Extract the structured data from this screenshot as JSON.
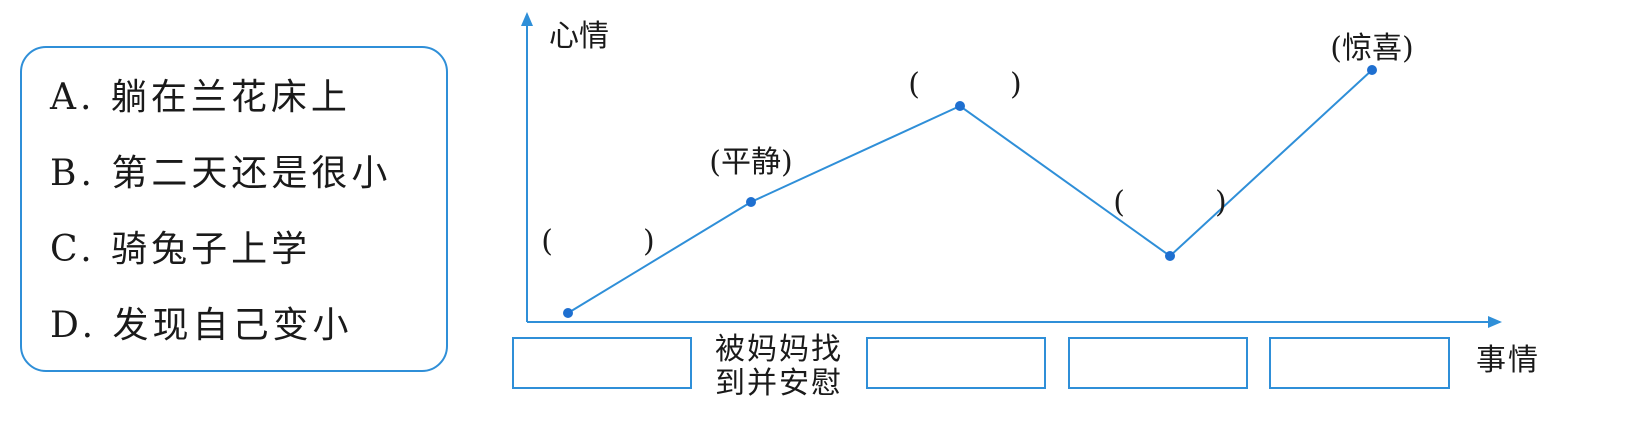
{
  "options": [
    {
      "letter": "A.",
      "text": "躺在兰花床上"
    },
    {
      "letter": "B.",
      "text": "第二天还是很小"
    },
    {
      "letter": "C.",
      "text": "骑兔子上学"
    },
    {
      "letter": "D.",
      "text": "发现自己变小"
    }
  ],
  "axes": {
    "y_label": "心情",
    "x_label": "事情"
  },
  "mood_points": [
    {
      "label": "(　　　)",
      "level": 0.03
    },
    {
      "label": "(平静)",
      "level": 0.4
    },
    {
      "label": "(　　　)",
      "level": 0.72
    },
    {
      "label": "(　　　)",
      "level": 0.22
    },
    {
      "label": "(惊喜)",
      "level": 0.84
    }
  ],
  "events": [
    {
      "text": ""
    },
    {
      "line1": "被妈妈找",
      "line2": "到并安慰"
    },
    {
      "text": ""
    },
    {
      "text": ""
    },
    {
      "text": ""
    }
  ],
  "colors": {
    "line": "#2f8fd8",
    "point": "#1e6fd0",
    "border": "#2f8fd8"
  }
}
